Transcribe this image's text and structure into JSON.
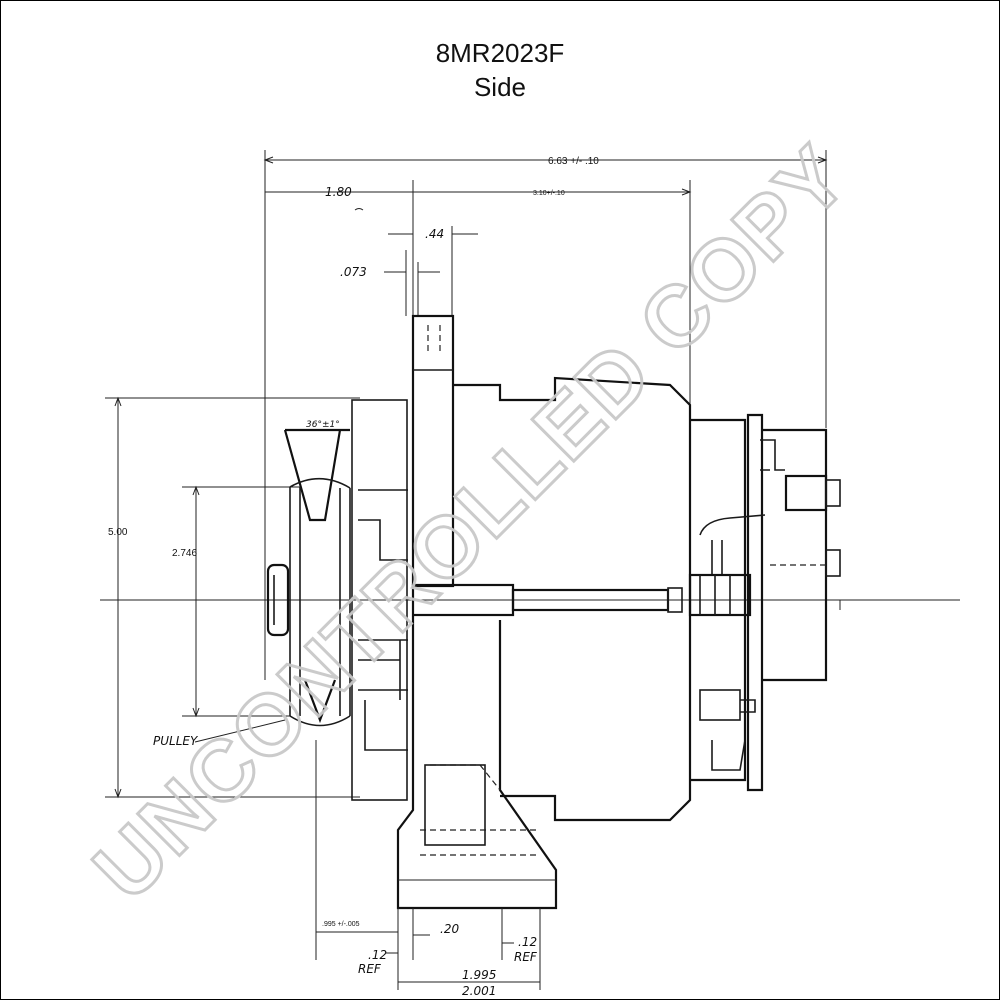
{
  "title": {
    "part_number": "8MR2023F",
    "view": "Side"
  },
  "dimensions": {
    "overall_length": "6.63 +/- .10",
    "rear_length": "3.10+/-.10",
    "front_offset": "1.80",
    "flange_width": ".44",
    "flange_gap": ".073",
    "overall_height": "5.00",
    "pulley_diameter": "2.746",
    "belt_angle": "36°±1°",
    "bore": ".995 +/-.005",
    "foot_offset": ".20",
    "ref_left_value": ".12",
    "ref_left_label": "REF",
    "ref_right_value": ".12",
    "ref_right_label": "REF",
    "foot_width_top": "1.995",
    "foot_width_bottom": "2.001"
  },
  "labels": {
    "pulley": "PULLEY"
  },
  "watermark": "UNCONTROLLED COPY"
}
